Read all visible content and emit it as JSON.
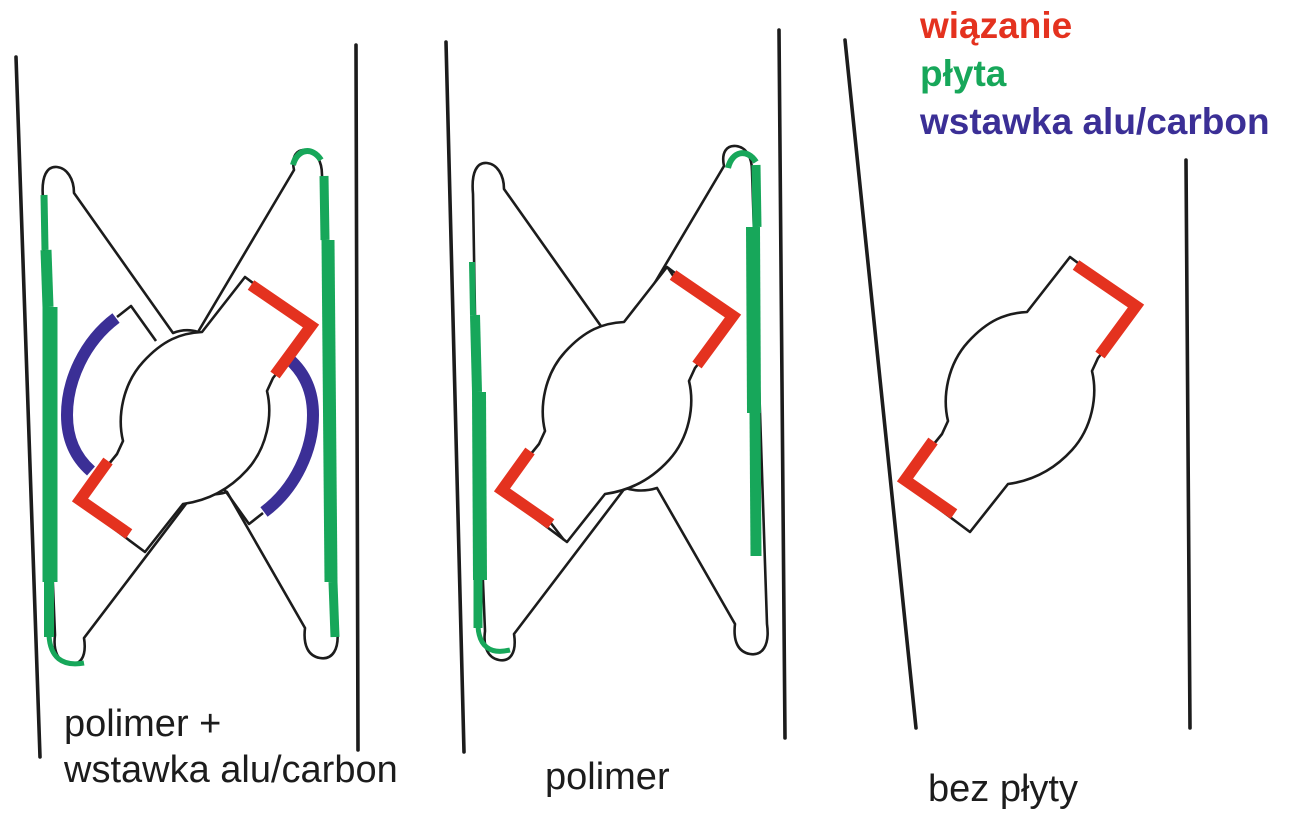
{
  "legend": {
    "items": [
      {
        "id": "binding",
        "label": "wiązanie",
        "color": "#e4321f"
      },
      {
        "id": "plate",
        "label": "płyta",
        "color": "#17a75a"
      },
      {
        "id": "insert",
        "label": "wstawka alu/carbon",
        "color": "#3b2f96"
      }
    ]
  },
  "panels": [
    {
      "id": "polymer-plus-insert",
      "label_line1": "polimer +",
      "label_line2": "wstawka alu/carbon",
      "marks_present": [
        "wiązanie",
        "płyta",
        "wstawka alu/carbon"
      ]
    },
    {
      "id": "polymer",
      "label": "polimer",
      "marks_present": [
        "wiązanie",
        "płyta"
      ]
    },
    {
      "id": "no-plate",
      "label": "bez płyty",
      "marks_present": [
        "wiązanie"
      ]
    }
  ],
  "colors": {
    "binding_red": "#e4321f",
    "plate_green": "#17a75a",
    "insert_navy": "#3b2f96",
    "outline_black": "#1c1c1c",
    "background": "#ffffff"
  }
}
